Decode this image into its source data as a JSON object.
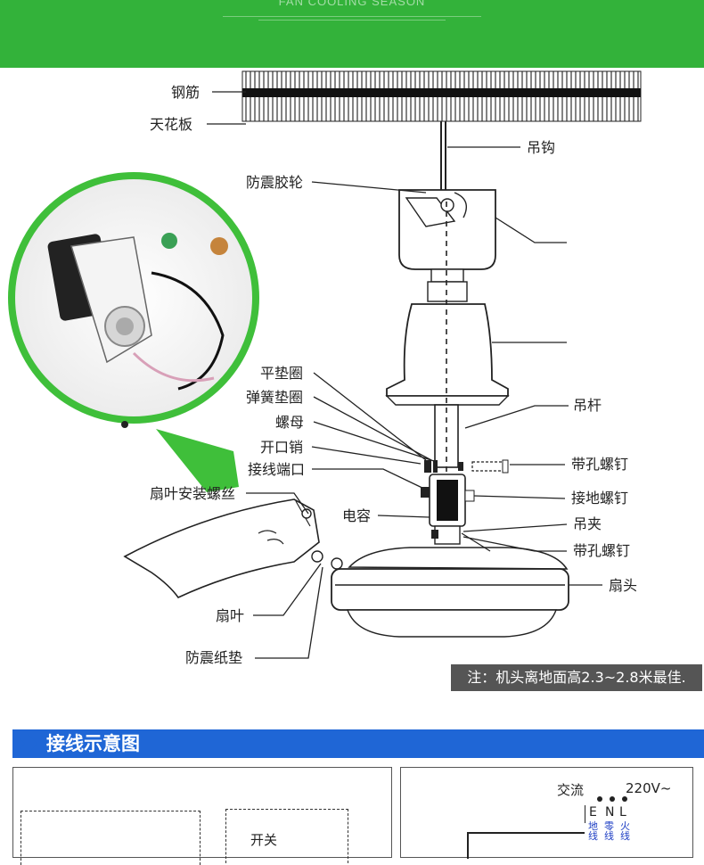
{
  "banner": {
    "subtitle": "FAN COOLING SEASON"
  },
  "labels": {
    "rebar": "钢筋",
    "ceiling": "天花板",
    "hook": "吊钩",
    "anti_vibration_wheel": "防震胶轮",
    "flat_washer": "平垫圈",
    "spring_washer": "弹簧垫圈",
    "nut": "螺母",
    "cotter_pin": "开口销",
    "terminal": "接线端口",
    "blade_screw": "扇叶安装螺丝",
    "capacitor": "电容",
    "blade": "扇叶",
    "anti_vibration_pad": "防震纸垫",
    "rod": "吊杆",
    "hole_bolt_1": "带孔螺钉",
    "ground_screw": "接地螺钉",
    "clamp": "吊夹",
    "hole_bolt_2": "带孔螺钉",
    "fan_head": "扇头"
  },
  "note": "注：机头离地面高2.3~2.8米最佳.",
  "section": {
    "title": "接线示意图"
  },
  "wiring": {
    "switch_label": "开关",
    "ac_label": "交流",
    "voltage": "220V~",
    "terminals": [
      "E",
      "N",
      "L"
    ],
    "terminal_names": [
      [
        "地",
        "线"
      ],
      [
        "零",
        "线"
      ],
      [
        "火",
        "线"
      ]
    ]
  }
}
